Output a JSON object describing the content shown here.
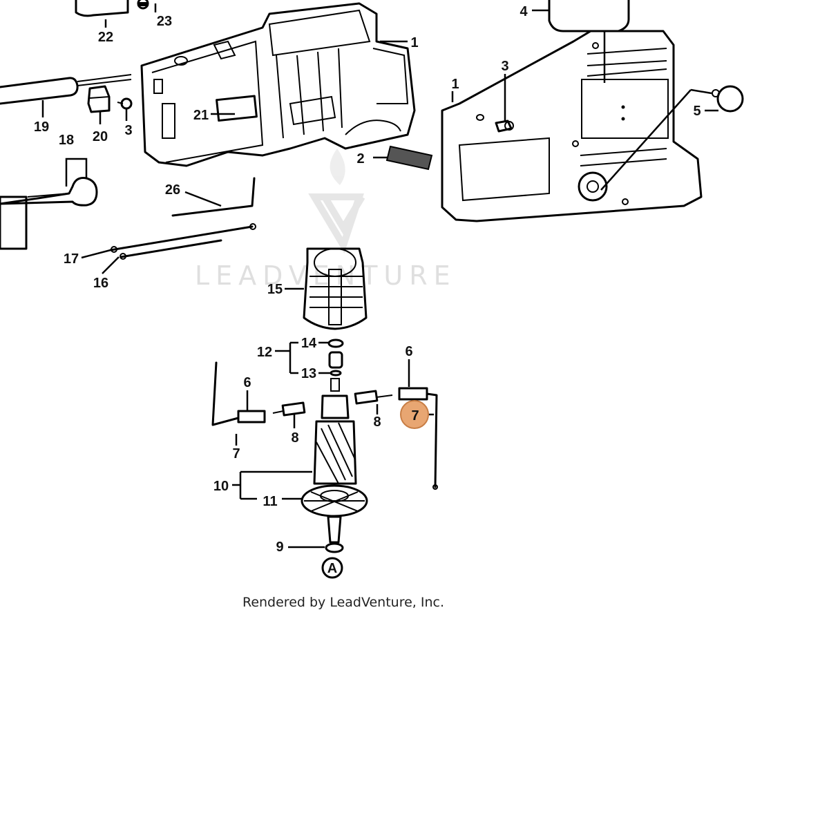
{
  "diagram": {
    "watermark": "LEADVENTURE",
    "caption": "Rendered by LeadVenture, Inc.",
    "highlight_color": "#e8a672",
    "highlighted_part": "7",
    "callouts": {
      "c1a": "1",
      "c1b": "1",
      "c2": "2",
      "c3a": "3",
      "c3b": "3",
      "c4": "4",
      "c5": "5",
      "c6a": "6",
      "c6b": "6",
      "c7a": "7",
      "c7b": "7",
      "c8a": "8",
      "c8b": "8",
      "c9": "9",
      "c10": "10",
      "c11": "11",
      "c12": "12",
      "c13": "13",
      "c14": "14",
      "c15": "15",
      "c16": "16",
      "c17": "17",
      "c18": "18",
      "c19": "19",
      "c20": "20",
      "c21": "21",
      "c22": "22",
      "c23": "23",
      "c26": "26",
      "cA": "A"
    }
  }
}
